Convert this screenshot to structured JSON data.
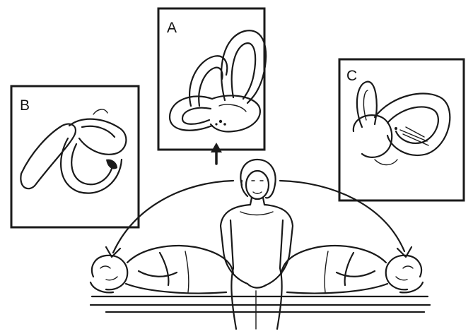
{
  "panels": {
    "a": {
      "label": "A"
    },
    "b": {
      "label": "B"
    },
    "c": {
      "label": "C"
    }
  },
  "colors": {
    "ink": "#1a1a1a",
    "background": "#ffffff"
  }
}
